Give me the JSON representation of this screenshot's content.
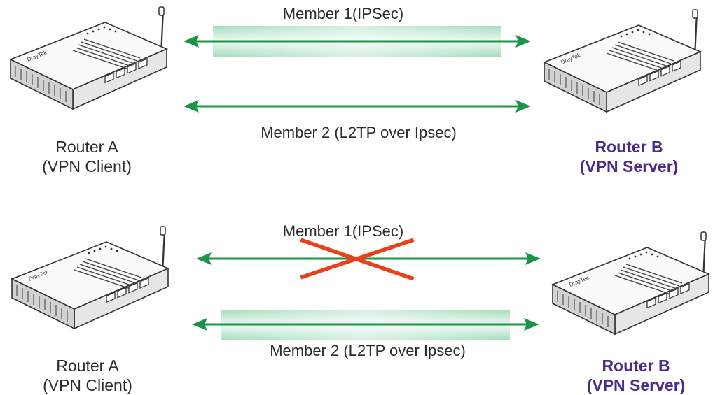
{
  "scenarios": [
    {
      "member1_label": "Member 1(IPSec)",
      "member2_label": "Member 2 (L2TP over Ipsec)",
      "member1_active": true,
      "member2_active": false,
      "member1_failed": false,
      "client": {
        "name": "Router A",
        "role": "(VPN Client)"
      },
      "server": {
        "name": "Router B",
        "role": "(VPN Server)"
      }
    },
    {
      "member1_label": "Member 1(IPSec)",
      "member2_label": "Member 2 (L2TP over Ipsec)",
      "member1_active": false,
      "member2_active": true,
      "member1_failed": true,
      "client": {
        "name": "Router A",
        "role": "(VPN Client)"
      },
      "server": {
        "name": "Router B",
        "role": "(VPN Server)"
      }
    }
  ],
  "colors": {
    "link_arrow": "#1a9446",
    "tunnel_highlight": "#9fd9b8",
    "failure_cross": "#e8421c",
    "server_label": "#4a2a8a",
    "client_label": "#2b2b2b"
  },
  "icons": {
    "router": "router-icon",
    "antenna": "antenna-icon",
    "failure_mark": "cross-icon"
  }
}
